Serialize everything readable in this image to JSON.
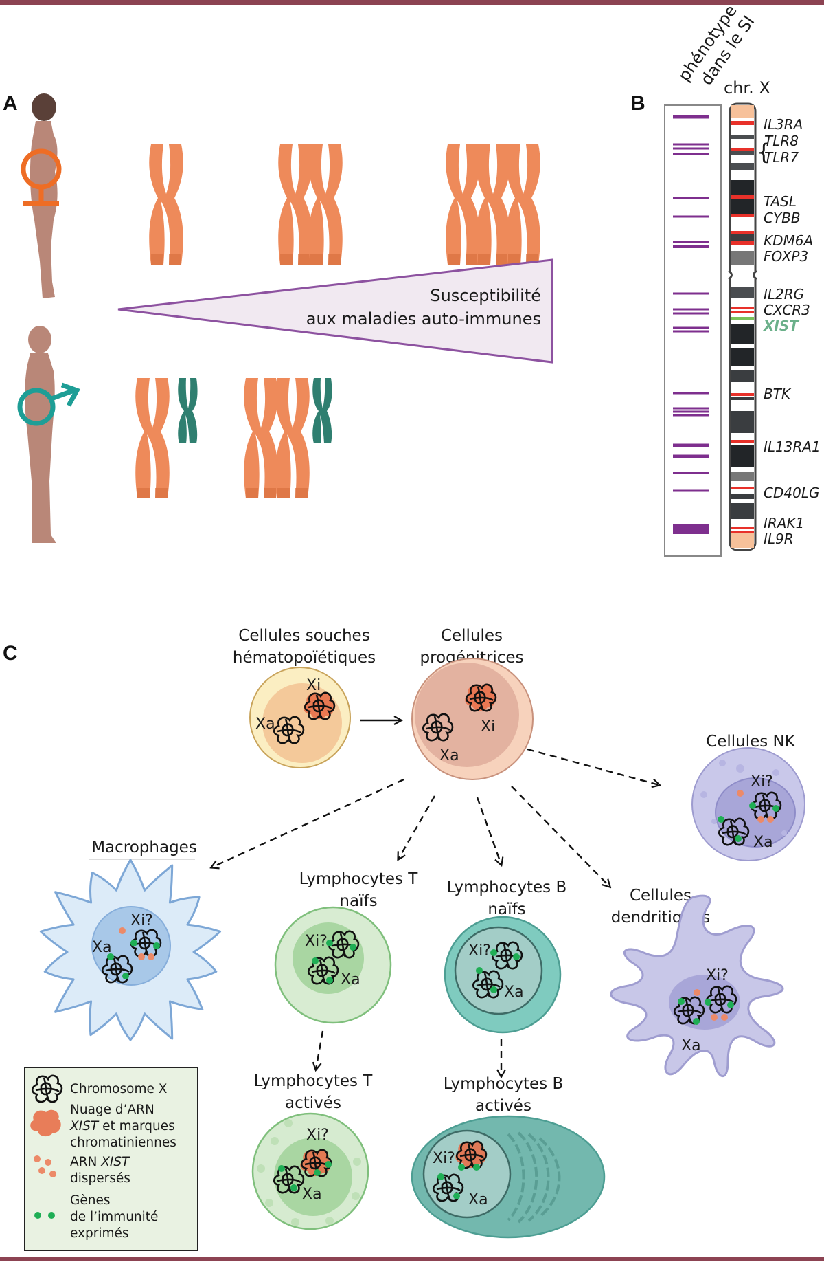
{
  "panels": {
    "a": "A",
    "b": "B",
    "c": "C"
  },
  "panel_a": {
    "triangle_text_line1": "Susceptibilité",
    "triangle_text_line2": "aux maladies auto-immunes",
    "female_symbol": "♀",
    "male_symbol": "♂",
    "female_karyotypes": [
      "X",
      "XX",
      "XXX"
    ],
    "male_karyotypes": [
      "XY",
      "XXY"
    ],
    "colors": {
      "x_chromosome": "#ee8a5a",
      "y_chromosome": "#2f7f70",
      "female": "#ee6d25",
      "male": "#1e9e96",
      "triangle_fill": "#f1e9f1",
      "triangle_stroke": "#8d52a0"
    }
  },
  "panel_b": {
    "phenotype_header_line1": "phénotype",
    "phenotype_header_line2": "dans le SI",
    "chr_header": "chr. X",
    "genes": [
      "IL3RA",
      "TLR8",
      "TLR7",
      "TASL",
      "CYBB",
      "KDM6A",
      "FOXP3",
      "IL2RG",
      "CXCR3",
      "XIST",
      "BTK",
      "IL13RA1",
      "CD40LG",
      "IRAK1",
      "IL9R"
    ],
    "highlight_gene": "XIST",
    "colors": {
      "phenotype_line": "#7e2f8e",
      "gene_band": "#e8312a",
      "xist_band": "#7ac25a",
      "xist_text": "#6bb08a"
    }
  },
  "panel_c": {
    "cells": {
      "hsc": {
        "label_line1": "Cellules souches",
        "label_line2": "hématopoïétiques",
        "xa": "Xa",
        "xi": "Xi"
      },
      "progenitor": {
        "label_line1": "Cellules",
        "label_line2": "progénitrices",
        "xa": "Xa",
        "xi": "Xi"
      },
      "nk": {
        "label_line1": "Cellules NK",
        "xa": "Xa",
        "xi": "Xi?"
      },
      "macrophage": {
        "label_line1": "Macrophages",
        "xa": "Xa",
        "xi": "Xi?"
      },
      "t_naive": {
        "label_line1": "Lymphocytes T",
        "label_line2": "naïfs",
        "xa": "Xa",
        "xi": "Xi?"
      },
      "b_naive": {
        "label_line1": "Lymphocytes B",
        "label_line2": "naïfs",
        "xa": "Xa",
        "xi": "Xi?"
      },
      "dendritic": {
        "label_line1": "Cellules",
        "label_line2": "dendritiques",
        "xa": "Xa",
        "xi": "Xi?"
      },
      "t_activated": {
        "label_line1": "Lymphocytes T",
        "label_line2": "activés",
        "xa": "Xa",
        "xi": "Xi?"
      },
      "b_activated": {
        "label_line1": "Lymphocytes B",
        "label_line2": "activés",
        "xa": "Xa",
        "xi": "Xi?"
      }
    },
    "legend": {
      "chromosome": "Chromosome X",
      "cloud_line1": "Nuage d’ARN",
      "cloud_line2_italic": "XIST",
      "cloud_line2_rest": " et marques",
      "cloud_line3": "chromatiniennes",
      "dispersed_line1_prefix": "ARN ",
      "dispersed_line1_italic": "XIST",
      "dispersed_line2": "dispersés",
      "genes_line1": "Gènes",
      "genes_line2": "de l’immunité",
      "genes_line3": "exprimés"
    },
    "colors": {
      "xist_cloud": "#e8704a",
      "xist_dot": "#ec8a68",
      "immune_gene": "#1fae55",
      "legend_bg": "#e9f2e2"
    }
  }
}
